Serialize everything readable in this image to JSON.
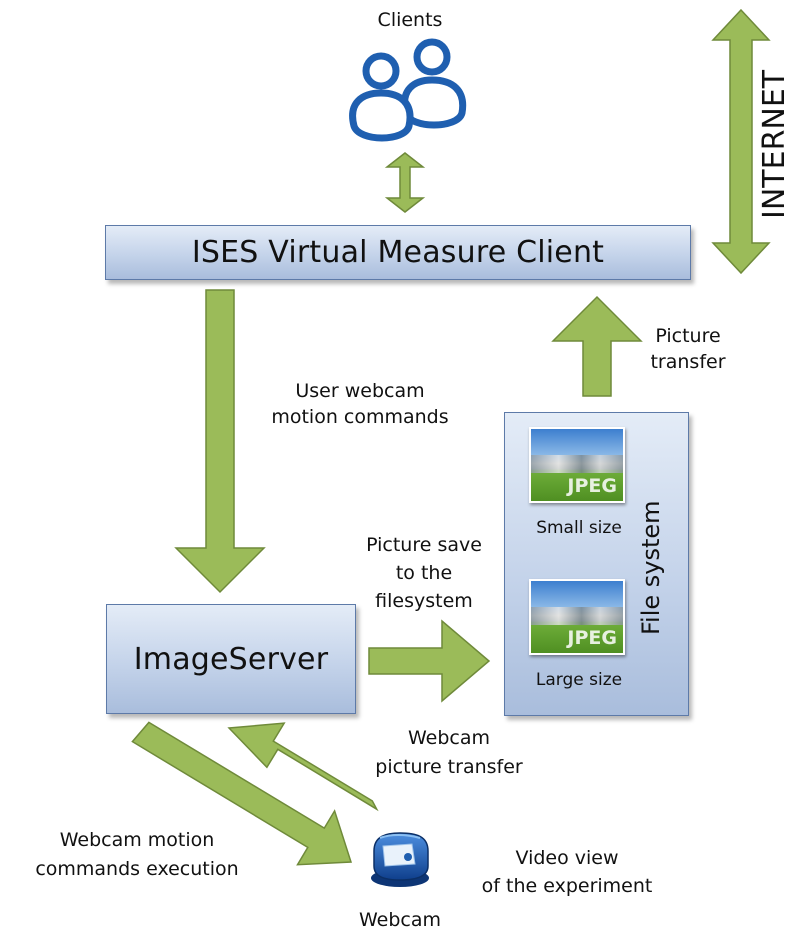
{
  "labels": {
    "clients": "Clients",
    "internet": "INTERNET",
    "vmc": "ISES Virtual Measure Client",
    "user_cmds": [
      "User webcam",
      "motion commands"
    ],
    "picture_transfer": [
      "Picture",
      "transfer"
    ],
    "picture_save": [
      "Picture save",
      "to the",
      "filesystem"
    ],
    "imageserver": "ImageServer",
    "file_system": "File system",
    "small_size": "Small size",
    "large_size": "Large size",
    "jpeg": "JPEG",
    "webcam_transfer": [
      "Webcam",
      "picture transfer"
    ],
    "motion_exec": [
      "Webcam motion",
      "commands execution"
    ],
    "video_view": [
      "Video view",
      "of the experiment"
    ],
    "webcam": "Webcam"
  },
  "colors": {
    "arrow_fill": "#9bbb59",
    "arrow_stroke": "#6f8a3a",
    "box_border": "#5d7aa8",
    "icon_blue": "#1f5fb0"
  }
}
